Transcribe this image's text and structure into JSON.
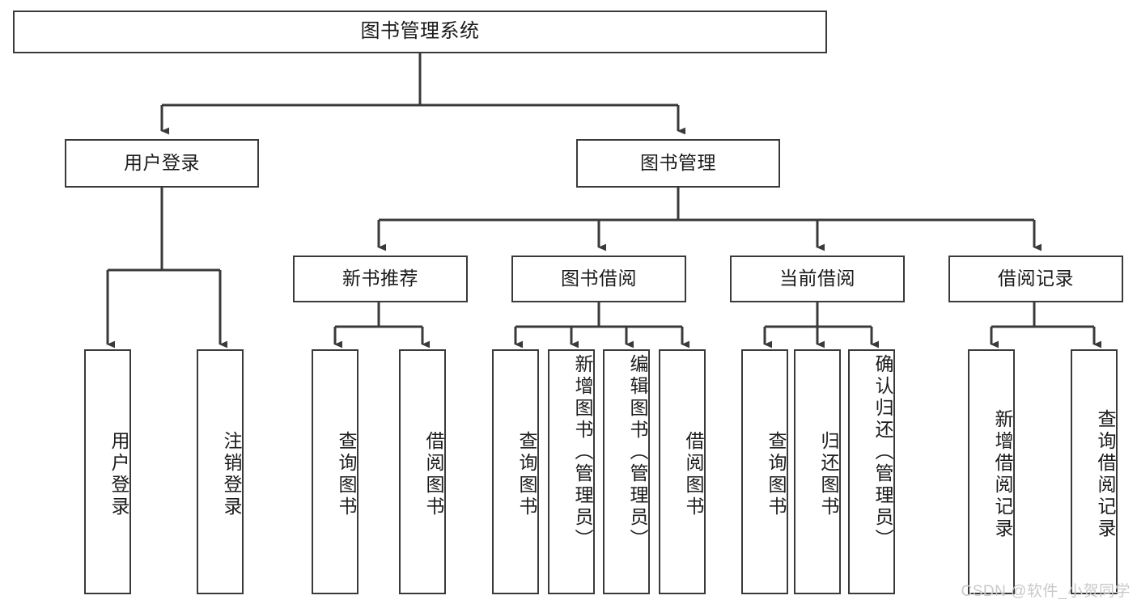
{
  "diagram": {
    "title": "图书管理系统",
    "watermark": "CSDN @软件_小贺同学",
    "stroke_color": "#3a3a3a",
    "background_color": "#ffffff",
    "text_color": "#1b1b1b",
    "watermark_color": "#c9c9c9",
    "root": {
      "label": "图书管理系统"
    },
    "level2": [
      {
        "label": "用户登录"
      },
      {
        "label": "图书管理"
      }
    ],
    "level3": [
      {
        "label": "新书推荐"
      },
      {
        "label": "图书借阅"
      },
      {
        "label": "当前借阅"
      },
      {
        "label": "借阅记录"
      }
    ],
    "leaves": {
      "user_login": [
        {
          "label": "用户登录"
        },
        {
          "label": "注销登录"
        }
      ],
      "new_book_recommend": [
        {
          "label": "查询图书"
        },
        {
          "label": "借阅图书"
        }
      ],
      "book_borrow": [
        {
          "label": "查询图书"
        },
        {
          "label": "新增图书（管理员）"
        },
        {
          "label": "编辑图书（管理员）"
        },
        {
          "label": "借阅图书"
        }
      ],
      "current_borrow": [
        {
          "label": "查询图书"
        },
        {
          "label": "归还图书"
        },
        {
          "label": "确认归还（管理员）"
        }
      ],
      "borrow_record": [
        {
          "label": "新增借阅记录"
        },
        {
          "label": "查询借阅记录"
        }
      ]
    }
  }
}
